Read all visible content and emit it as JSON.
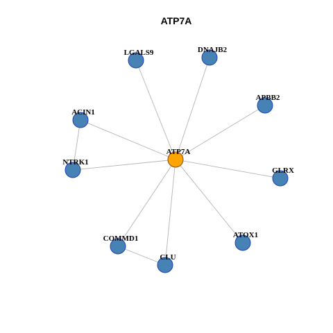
{
  "title": "ATP7A",
  "colors": {
    "hub_fill": "#FFA500",
    "node_fill": "#4682B4",
    "node_stroke": "#1F3FBF",
    "hub_stroke": "#8B4513",
    "edge": "#B3B3B3"
  },
  "nodes": [
    {
      "id": "ATP7A",
      "label": "ATP7A",
      "hub": true
    },
    {
      "id": "LGALS9",
      "label": "LGALS9"
    },
    {
      "id": "DNAJB2",
      "label": "DNAJB2"
    },
    {
      "id": "APBB2",
      "label": "APBB2"
    },
    {
      "id": "ACIN1",
      "label": "ACIN1"
    },
    {
      "id": "NTRK1",
      "label": "NTRK1"
    },
    {
      "id": "GLRX",
      "label": "GLRX"
    },
    {
      "id": "COMMD1",
      "label": "COMMD1"
    },
    {
      "id": "ATOX1",
      "label": "ATOX1"
    },
    {
      "id": "CLU",
      "label": "CLU"
    }
  ],
  "edges": [
    [
      "ATP7A",
      "LGALS9"
    ],
    [
      "ATP7A",
      "DNAJB2"
    ],
    [
      "ATP7A",
      "APBB2"
    ],
    [
      "ATP7A",
      "ACIN1"
    ],
    [
      "ATP7A",
      "NTRK1"
    ],
    [
      "ATP7A",
      "GLRX"
    ],
    [
      "ATP7A",
      "COMMD1"
    ],
    [
      "ATP7A",
      "ATOX1"
    ],
    [
      "ATP7A",
      "CLU"
    ],
    [
      "ACIN1",
      "NTRK1"
    ],
    [
      "COMMD1",
      "CLU"
    ]
  ]
}
